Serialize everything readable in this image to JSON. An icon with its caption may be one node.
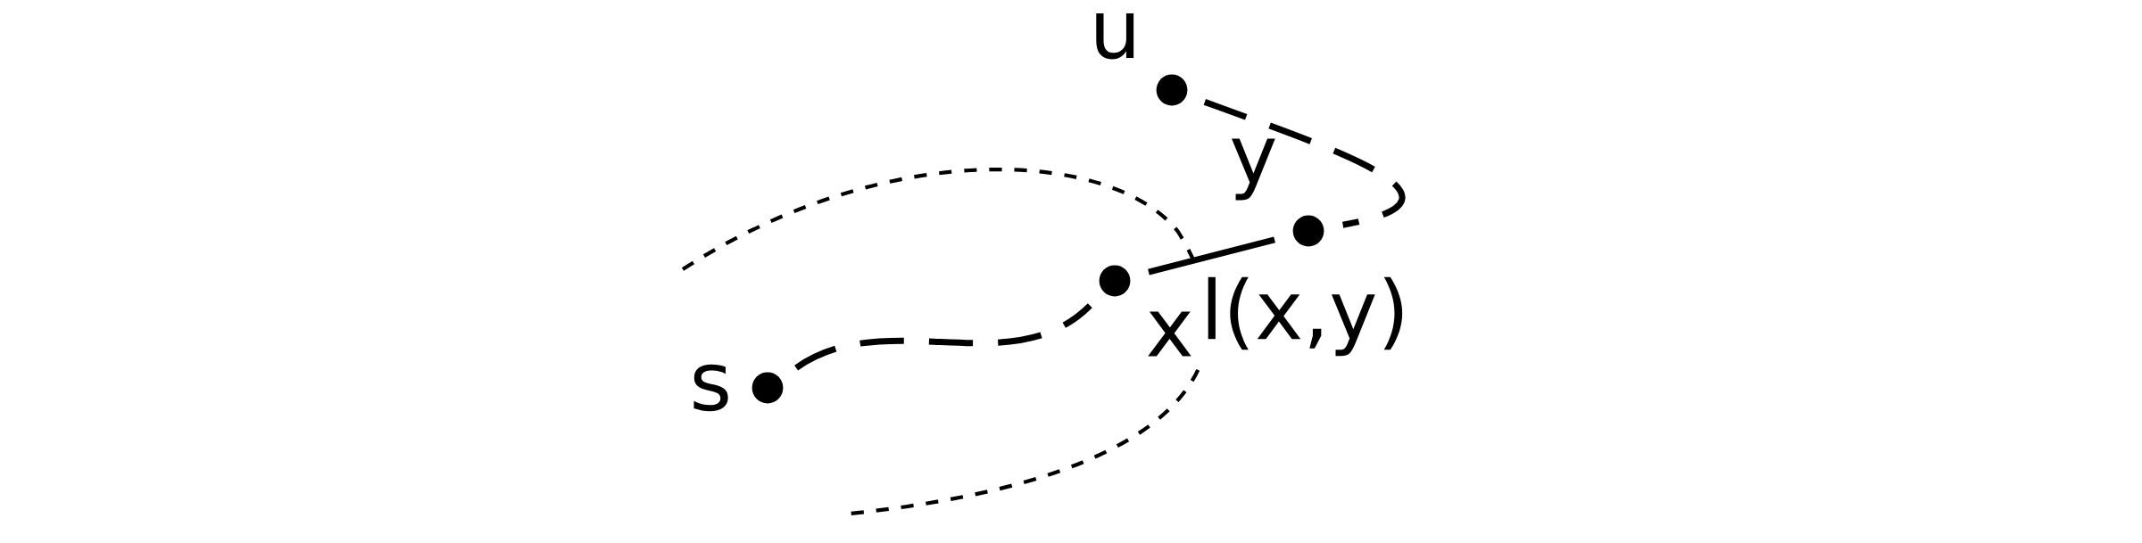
{
  "diagram": {
    "nodes": [
      {
        "text": [
          "s"
        ]
      },
      {
        "text": [
          "x"
        ]
      },
      {
        "text": [
          "y"
        ]
      },
      {
        "text": [
          "u"
        ]
      }
    ],
    "edges": [
      {
        "from": 1,
        "to": 2,
        "arrow": "none",
        "label": "l(x,y)"
      },
      {
        "from": 0,
        "to": 1,
        "arrow": "none",
        "style": "dashed"
      },
      {
        "from": 3,
        "to": 2,
        "arrow": "none",
        "style": "dashed"
      }
    ]
  }
}
